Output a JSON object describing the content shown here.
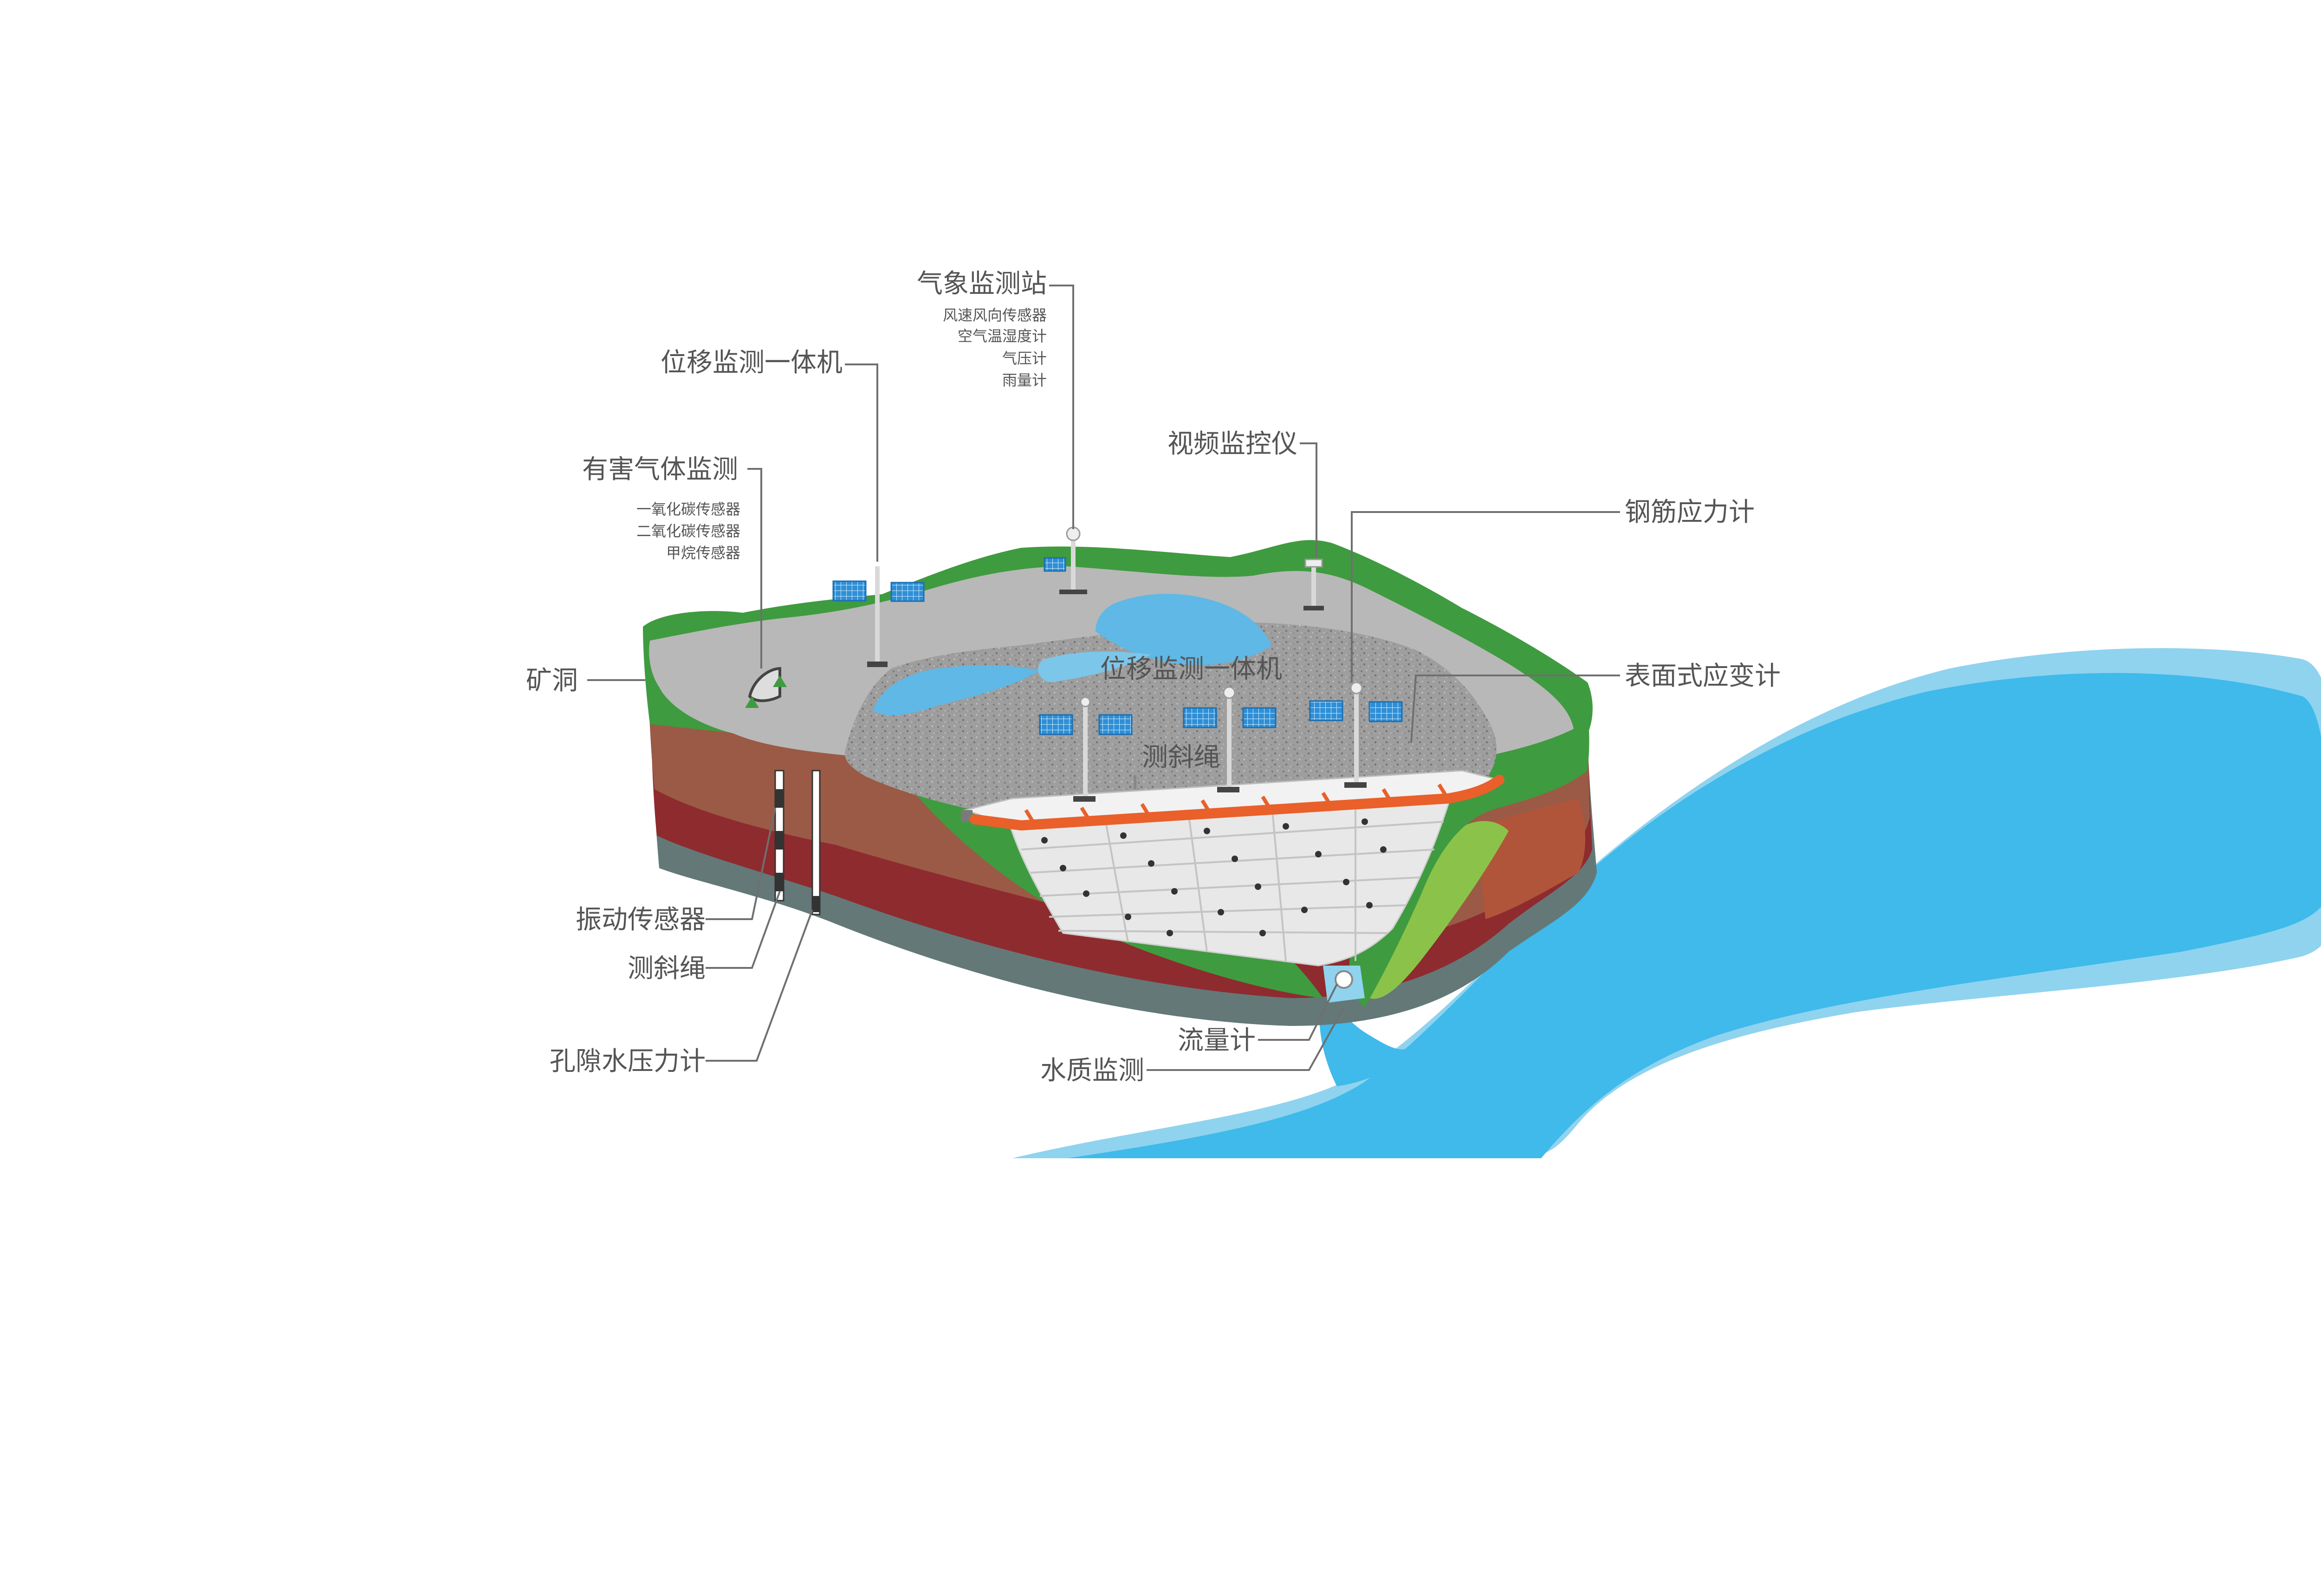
{
  "labels": {
    "weather_station": "气象监测站",
    "weather_items": [
      "风速风向传感器",
      "空气温湿度计",
      "气压计",
      "雨量计"
    ],
    "displacement_unit_top": "位移监测一体机",
    "gas_monitoring": "有害气体监测",
    "gas_items": [
      "一氧化碳传感器",
      "二氧化碳传感器",
      "甲烷传感器"
    ],
    "video_monitor": "视频监控仪",
    "rebar_stress": "钢筋应力计",
    "surface_strain": "表面式应变计",
    "mine_tunnel": "矿洞",
    "displacement_unit_center": "位移监测一体机",
    "inclinometer_center": "测斜绳",
    "vibration_sensor": "振动传感器",
    "inclinometer_left": "测斜绳",
    "pore_pressure": "孔隙水压力计",
    "flow_meter": "流量计",
    "water_quality": "水质监测"
  },
  "colors": {
    "grass": "#3f9b3f",
    "soil_brown": "#9b5a45",
    "soil_red": "#8e2b2f",
    "bedrock": "#647878",
    "gravel": "#9a9a9a",
    "pond": "#5fb8e6",
    "river": "#3fbaea",
    "river_light": "#8fd3ef",
    "liner": "#e9602a",
    "leader": "#6f6f6f"
  }
}
